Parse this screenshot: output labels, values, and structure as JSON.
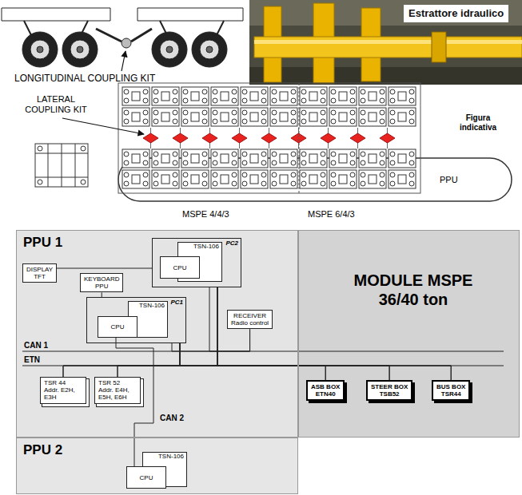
{
  "diagram": {
    "nodes": [
      {
        "text": [
          "Estrattore idraulico"
        ]
      },
      {
        "text": [
          "PPU 1"
        ]
      },
      {
        "text": [
          "DISPLAY TFT"
        ],
        "in": 1
      },
      {
        "text": [
          "PC2"
        ],
        "in": 1
      },
      {
        "text": [
          "TSN-106"
        ],
        "in": 3
      },
      {
        "text": [
          "CPU"
        ],
        "in": 3
      },
      {
        "text": [
          "KEYBOARD PPU"
        ],
        "in": 1
      },
      {
        "text": [
          "PC1"
        ],
        "in": 1
      },
      {
        "text": [
          "TSN-106"
        ],
        "in": 7
      },
      {
        "text": [
          "CPU"
        ],
        "in": 7
      },
      {
        "text": [
          "RECEIVER",
          "Radio control"
        ],
        "in": 1
      },
      {
        "text": [
          "TSR 44",
          "Addr. E2H, E3H"
        ],
        "in": 1
      },
      {
        "text": [
          "TSR 52",
          "Addr. E4H, E5H, E6H"
        ],
        "in": 1
      },
      {
        "text": [
          "MODULE MSPE 36/40 ton"
        ]
      },
      {
        "text": [
          "ASB BOX",
          "ETN40"
        ],
        "in": 13
      },
      {
        "text": [
          "STEER BOX",
          "TSB52"
        ],
        "in": 13
      },
      {
        "text": [
          "BUS BOX",
          "TSR44"
        ],
        "in": 13
      },
      {
        "text": [
          "PPU 2"
        ]
      },
      {
        "text": [
          "TSN-106"
        ],
        "in": 17
      },
      {
        "text": [
          "CPU"
        ],
        "in": 17
      }
    ],
    "edges": [
      {
        "from": 2,
        "to": 3,
        "arrow": "none"
      },
      {
        "from": 6,
        "to": 7,
        "arrow": "none"
      },
      {
        "from": 7,
        "to": 10,
        "arrow": "none"
      },
      {
        "from": 3,
        "to": 10,
        "arrow": "none"
      },
      {
        "from": 7,
        "to": 11,
        "arrow": "none"
      },
      {
        "from": 7,
        "to": 12,
        "arrow": "none"
      },
      {
        "from": 7,
        "to": 14,
        "arrow": "none"
      },
      {
        "from": 7,
        "to": 15,
        "arrow": "none"
      },
      {
        "from": 7,
        "to": 16,
        "arrow": "none"
      },
      {
        "from": 3,
        "to": 11,
        "arrow": "none"
      },
      {
        "from": 3,
        "to": 12,
        "arrow": "none"
      },
      {
        "from": 3,
        "to": 14,
        "arrow": "none"
      },
      {
        "from": 3,
        "to": 15,
        "arrow": "none"
      },
      {
        "from": 3,
        "to": 16,
        "arrow": "none"
      },
      {
        "from": 9,
        "to": 19,
        "label": "CAN 2",
        "arrow": "none"
      }
    ],
    "labels": [
      "LONGITUDINAL COUPLING KIT",
      "LATERAL COUPLING KIT",
      "Figura indicativa",
      "PPU",
      "MSPE 4/4/3",
      "MSPE 6/4/3",
      "CAN 1",
      "ETN"
    ]
  }
}
